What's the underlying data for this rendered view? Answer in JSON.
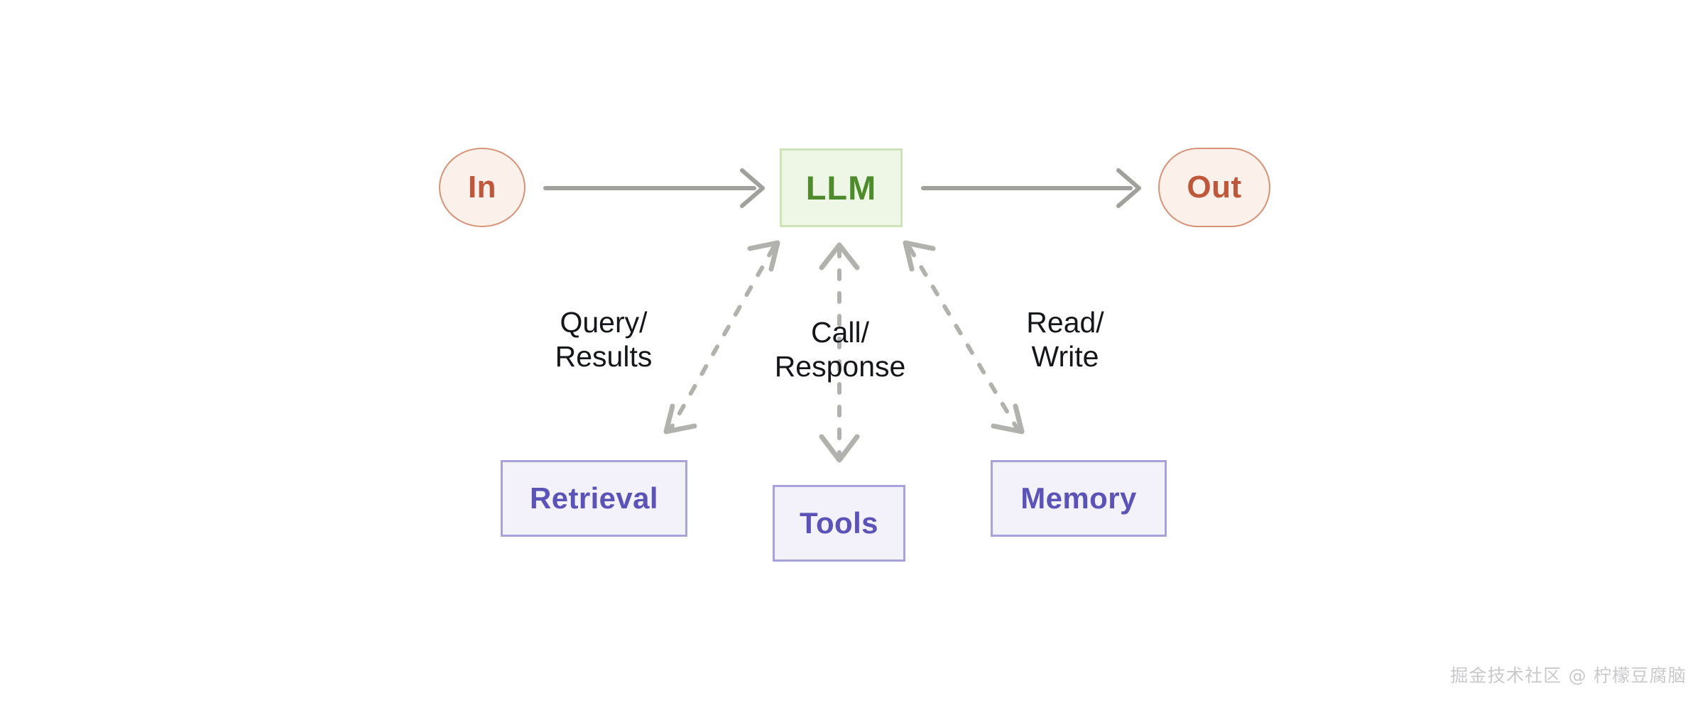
{
  "diagram": {
    "title": "LLM agent architecture diagram",
    "nodes": {
      "input": {
        "label": "In",
        "shape": "circle",
        "fill": "#fcf0eb",
        "stroke": "#d79377",
        "text_color": "#bf573a"
      },
      "llm": {
        "label": "LLM",
        "shape": "rectangle",
        "fill": "#eef6e6",
        "stroke": "#cfe3b9",
        "text_color": "#4e8b2c"
      },
      "output": {
        "label": "Out",
        "shape": "stadium",
        "fill": "#fcf0eb",
        "stroke": "#d79377",
        "text_color": "#bf573a"
      },
      "retrieval": {
        "label": "Retrieval",
        "shape": "rectangle",
        "fill": "#f3f2fb",
        "stroke": "#a7a2da",
        "text_color": "#5b53b8"
      },
      "tools": {
        "label": "Tools",
        "shape": "rectangle",
        "fill": "#f3f2fb",
        "stroke": "#a7a2da",
        "text_color": "#5b53b8"
      },
      "memory": {
        "label": "Memory",
        "shape": "rectangle",
        "fill": "#f3f2fb",
        "stroke": "#a7a2da",
        "text_color": "#5b53b8"
      }
    },
    "edges": [
      {
        "from": "input",
        "to": "llm",
        "label": "",
        "style": "solid",
        "arrow": "single",
        "color": "#a0a09c"
      },
      {
        "from": "llm",
        "to": "output",
        "label": "",
        "style": "solid",
        "arrow": "single",
        "color": "#a0a09c"
      },
      {
        "from": "llm",
        "to": "retrieval",
        "label": "Query/\nResults",
        "style": "dashed",
        "arrow": "double",
        "color": "#b1b1ad"
      },
      {
        "from": "llm",
        "to": "tools",
        "label": "Call/\nResponse",
        "style": "dashed",
        "arrow": "double",
        "color": "#b1b1ad"
      },
      {
        "from": "llm",
        "to": "memory",
        "label": "Read/\nWrite",
        "style": "dashed",
        "arrow": "double",
        "color": "#b1b1ad"
      }
    ],
    "edge_labels": {
      "query_results": "Query/\nResults",
      "call_response": "Call/\nResponse",
      "read_write": "Read/\nWrite"
    }
  },
  "watermark": {
    "text": "掘金技术社区 @ 柠檬豆腐脑",
    "color": "#c9c9cb"
  },
  "colors": {
    "background": "#ffffff",
    "arrow_solid": "#a0a09c",
    "arrow_dashed": "#b1b1ad",
    "label_text": "#15161a"
  }
}
